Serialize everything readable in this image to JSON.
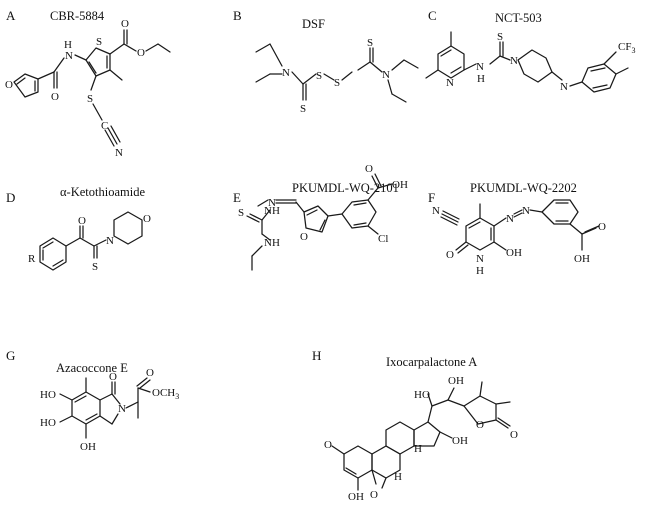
{
  "panels": [
    {
      "letter": "A",
      "name": "CBR-5884"
    },
    {
      "letter": "B",
      "name": "DSF"
    },
    {
      "letter": "C",
      "name": "NCT-503"
    },
    {
      "letter": "D",
      "name": "α-Ketothioamide"
    },
    {
      "letter": "E",
      "name": "PKUMDL-WQ-2101"
    },
    {
      "letter": "F",
      "name": "PKUMDL-WQ-2202"
    },
    {
      "letter": "G",
      "name": "Azacoccone E"
    },
    {
      "letter": "H",
      "name": "Ixocarpalactone A"
    }
  ],
  "atoms": {
    "A": {
      "nh": "H",
      "n1": "N",
      "o1": "O",
      "o2": "O",
      "s_ring": "S",
      "o3": "O",
      "o4": "O",
      "s2": "S",
      "c_nit": "C",
      "n_nit": "N"
    },
    "B": {
      "n1": "N",
      "s1": "S",
      "s2": "S",
      "s3": "S",
      "s4": "S",
      "n2": "N"
    },
    "C": {
      "n_py": "N",
      "nh": "N",
      "h": "H",
      "s": "S",
      "n3": "N",
      "n4": "N",
      "cf3": "CF",
      "cf3_sub": "3"
    },
    "D": {
      "r": "R",
      "o": "O",
      "n": "N",
      "s": "S",
      "o_morph": "O"
    },
    "E": {
      "n1": "N",
      "nn": "N",
      "h1": "H",
      "s": "S",
      "nh2": "NH",
      "o_fur": "O",
      "oh": "OH",
      "o_acid": "O",
      "cl": "Cl"
    },
    "F": {
      "n_cn": "N",
      "nn1": "N",
      "nn2": "N",
      "o": "O",
      "nh": "N",
      "h": "H",
      "oh": "OH",
      "cooh_o": "O",
      "cooh_oh": "OH"
    },
    "G": {
      "ho1": "HO",
      "ho2": "HO",
      "oh3": "OH",
      "o1": "O",
      "n": "N",
      "o2": "O",
      "och3": "OCH",
      "och3_sub": "3"
    },
    "H": {
      "ho1": "HO",
      "oh_top": "OH",
      "o_lac": "O",
      "o_lac2": "O",
      "oh_d": "OH",
      "o_ket": "O",
      "h_a": "H",
      "h_b": "H",
      "o_ep": "O",
      "oh_a": "OH"
    }
  }
}
